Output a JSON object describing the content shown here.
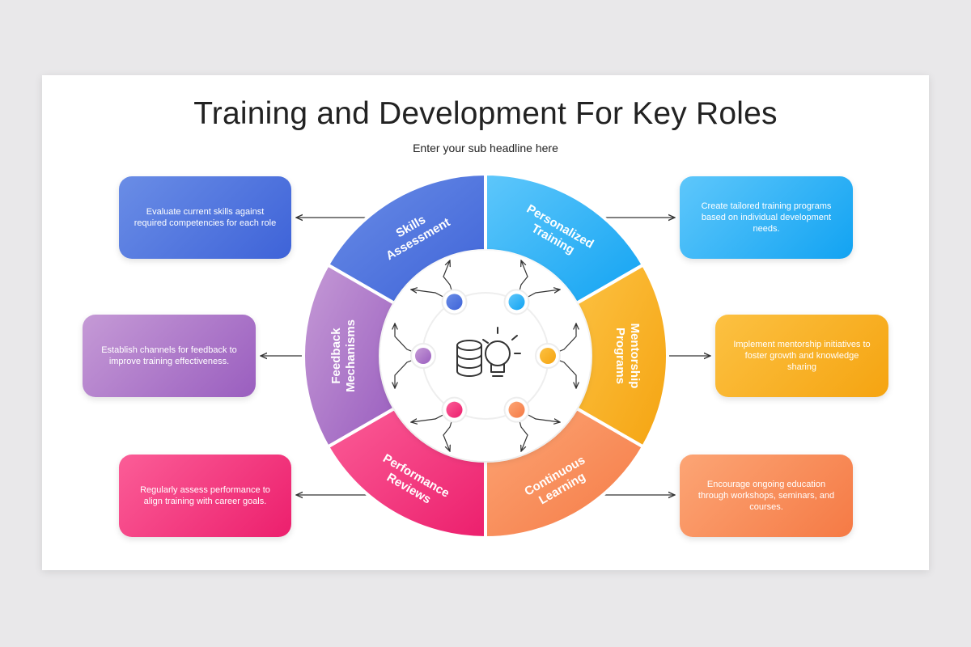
{
  "title": "Training and Development For Key Roles",
  "subtitle": "Enter your sub headline here",
  "segments": [
    {
      "label_lines": [
        "Skills",
        "Assessment"
      ],
      "description": "Evaluate current skills against required competencies for each role",
      "color_start": "#6a8de6",
      "color_end": "#3e63d8"
    },
    {
      "label_lines": [
        "Personalized",
        "Training"
      ],
      "description": "Create tailored training programs based on individual development needs.",
      "color_start": "#5ec7fb",
      "color_end": "#12a3f2"
    },
    {
      "label_lines": [
        "Mentorship",
        "Programs"
      ],
      "description": "Implement mentorship initiatives to foster growth and knowledge sharing",
      "color_start": "#fcc142",
      "color_end": "#f5a411"
    },
    {
      "label_lines": [
        "Continuous",
        "Learning"
      ],
      "description": "Encourage ongoing education through workshops, seminars, and courses.",
      "color_start": "#fca575",
      "color_end": "#f57a45"
    },
    {
      "label_lines": [
        "Performance",
        "Reviews"
      ],
      "description": "Regularly assess performance to align training with career goals.",
      "color_start": "#fb5d97",
      "color_end": "#ec1f6d"
    },
    {
      "label_lines": [
        "Feedback",
        "Mechanisms"
      ],
      "description": "Establish channels for feedback to improve training effectiveness.",
      "color_start": "#c59ad6",
      "color_end": "#9a5ebf"
    }
  ],
  "center_icon": "database-lightbulb-icon"
}
